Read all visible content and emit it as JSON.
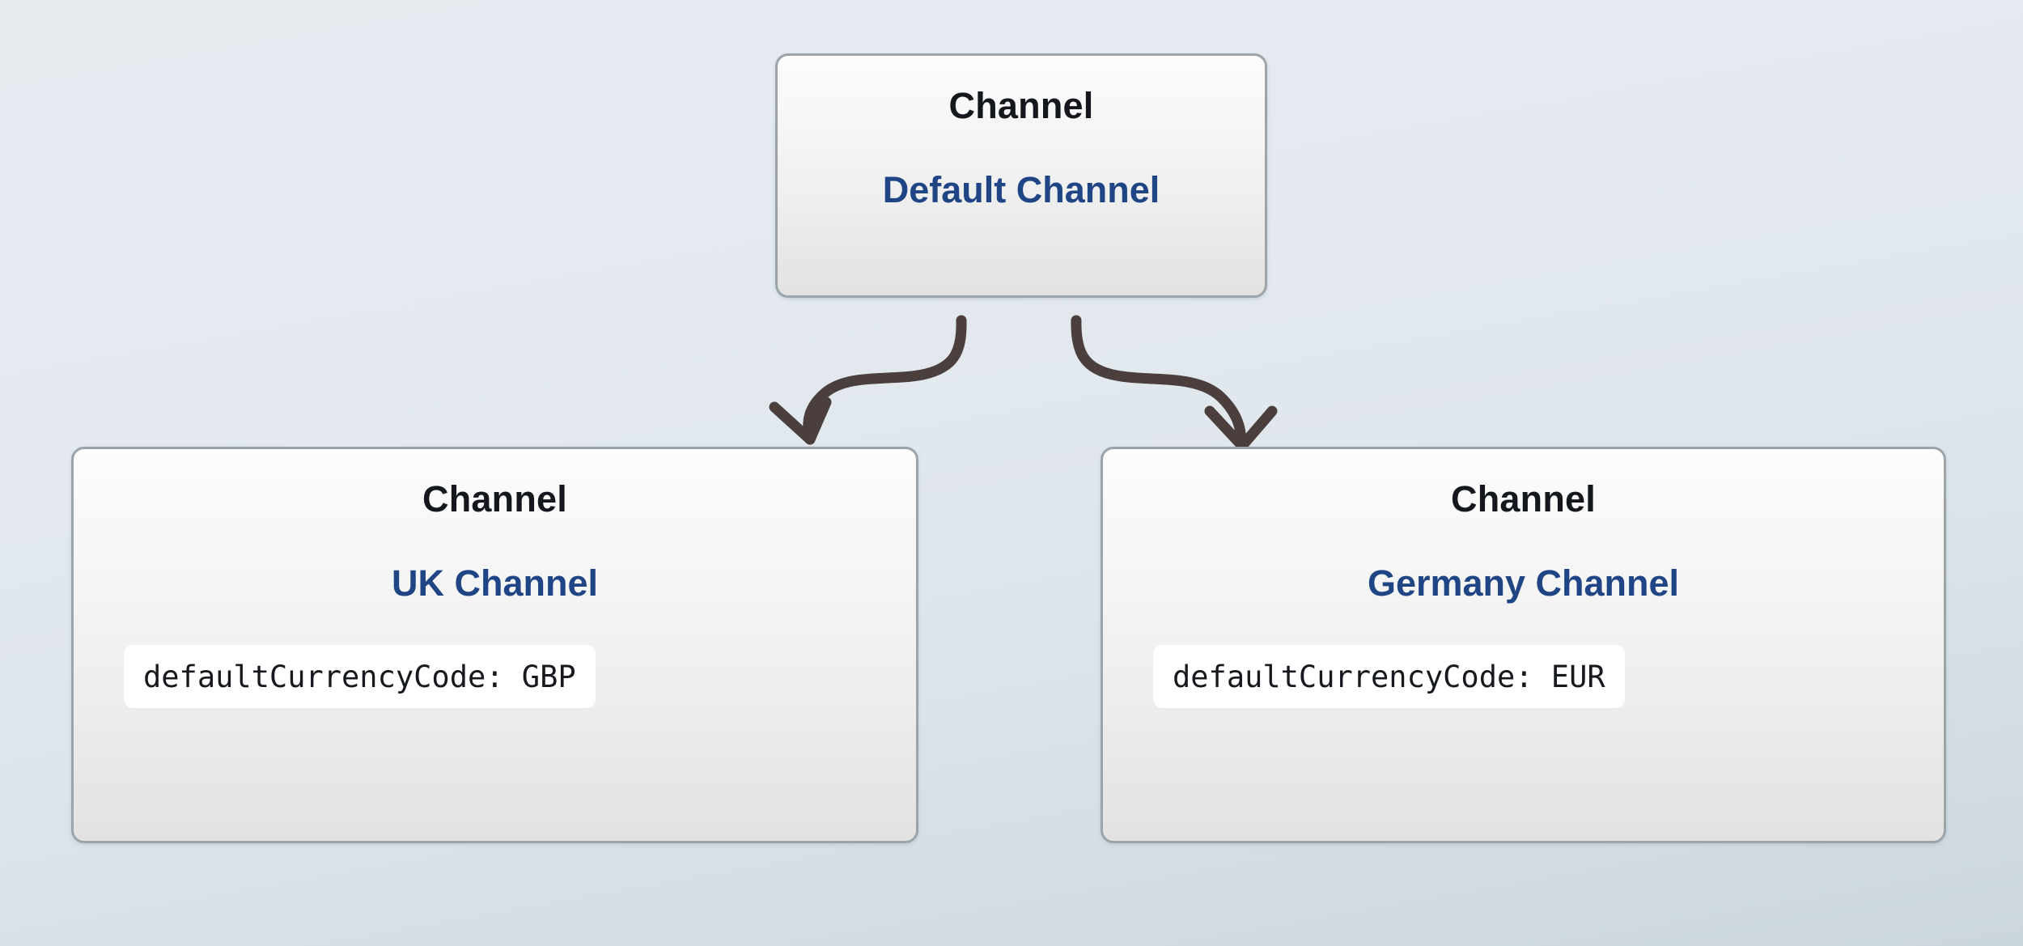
{
  "diagram": {
    "type": "entity-hierarchy",
    "background_color": "#e3e9ef",
    "accent_color": "#1f4584",
    "edge_color": "#4a3f3d",
    "node_border_color": "#9ba4a9",
    "nodes": [
      {
        "id": "root",
        "entity_type": "Channel",
        "title": "Default Channel",
        "attributes": []
      },
      {
        "id": "uk",
        "entity_type": "Channel",
        "title": "UK Channel",
        "attributes": [
          "defaultCurrencyCode: GBP"
        ]
      },
      {
        "id": "de",
        "entity_type": "Channel",
        "title": "Germany Channel",
        "attributes": [
          "defaultCurrencyCode: EUR"
        ]
      }
    ],
    "edges": [
      {
        "from": "root",
        "to": "uk",
        "style": "hand-drawn-arrow"
      },
      {
        "from": "root",
        "to": "de",
        "style": "hand-drawn-arrow"
      }
    ]
  }
}
